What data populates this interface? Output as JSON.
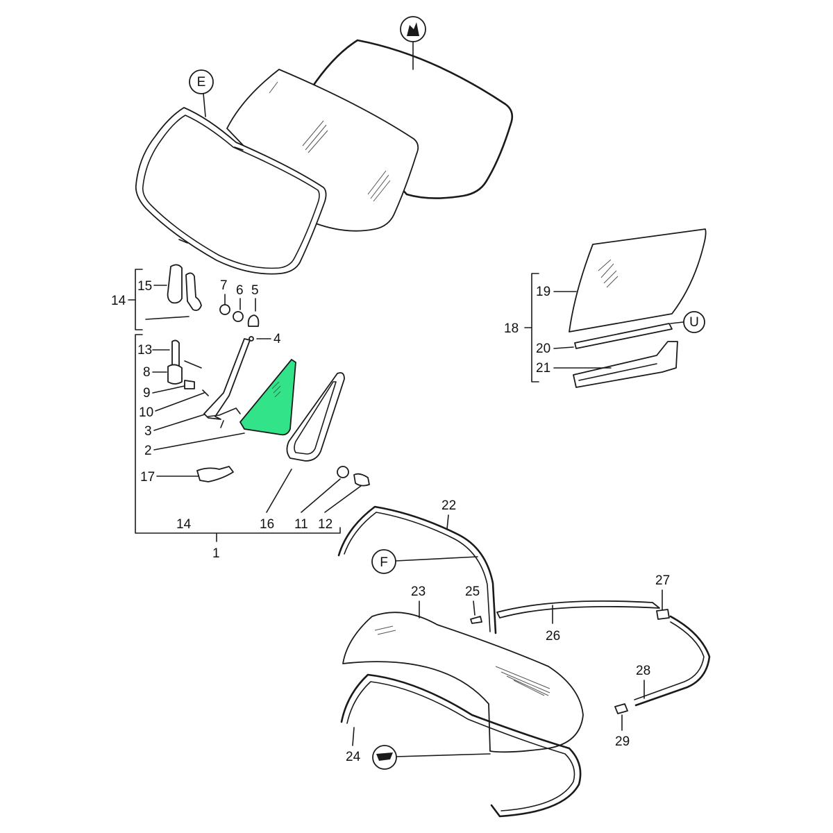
{
  "colors": {
    "highlight": "#33e38a",
    "line": "#1a1a1a",
    "background": "#ffffff"
  },
  "badges": {
    "windshield_left": "E",
    "windshield_right": "icon",
    "window_19": "U",
    "trim_22": "F",
    "bottom_24": "icon"
  },
  "labels": {
    "n1": "1",
    "n2": "2",
    "n3": "3",
    "n4": "4",
    "n5": "5",
    "n6": "6",
    "n7": "7",
    "n8": "8",
    "n9": "9",
    "n10": "10",
    "n11": "11",
    "n12": "12",
    "n13": "13",
    "n14_left": "14",
    "n14_bottom": "14",
    "n15": "15",
    "n16": "16",
    "n17": "17",
    "n18": "18",
    "n19": "19",
    "n20": "20",
    "n21": "21",
    "n22": "22",
    "n23": "23",
    "n24": "24",
    "n25": "25",
    "n26": "26",
    "n27": "27",
    "n28": "28",
    "n29": "29"
  }
}
